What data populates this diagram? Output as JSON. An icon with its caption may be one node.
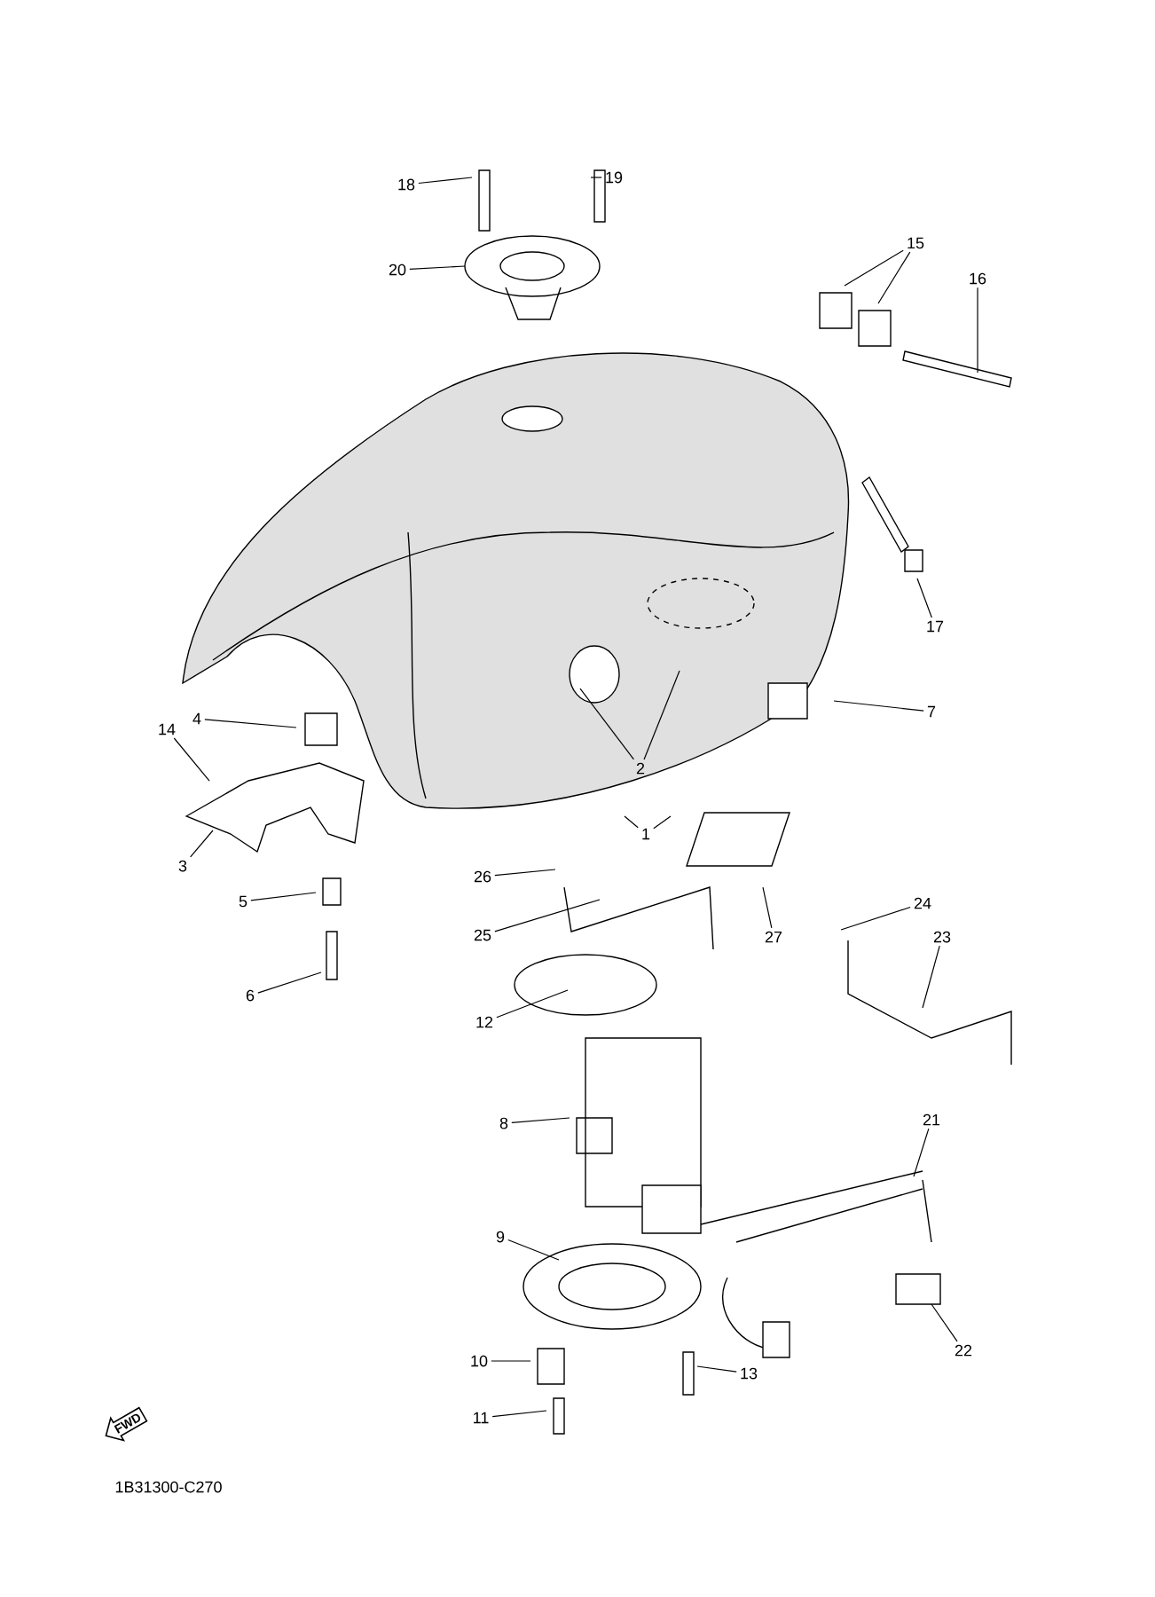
{
  "diagram": {
    "nodes": [
      {
        "text": [
          "18"
        ]
      },
      {
        "text": [
          "19"
        ]
      },
      {
        "text": [
          "15"
        ]
      },
      {
        "text": [
          "20"
        ]
      },
      {
        "text": [
          "16"
        ]
      },
      {
        "text": [
          "17"
        ]
      },
      {
        "text": [
          "7"
        ]
      },
      {
        "text": [
          "4"
        ]
      },
      {
        "text": [
          "14"
        ]
      },
      {
        "text": [
          "2"
        ]
      },
      {
        "text": [
          "1"
        ]
      },
      {
        "text": [
          "3"
        ]
      },
      {
        "text": [
          "26"
        ]
      },
      {
        "text": [
          "5"
        ]
      },
      {
        "text": [
          "24"
        ]
      },
      {
        "text": [
          "25"
        ]
      },
      {
        "text": [
          "27"
        ]
      },
      {
        "text": [
          "23"
        ]
      },
      {
        "text": [
          "6"
        ]
      },
      {
        "text": [
          "12"
        ]
      },
      {
        "text": [
          "8"
        ]
      },
      {
        "text": [
          "21"
        ]
      },
      {
        "text": [
          "9"
        ]
      },
      {
        "text": [
          "22"
        ]
      },
      {
        "text": [
          "10"
        ]
      },
      {
        "text": [
          "13"
        ]
      },
      {
        "text": [
          "11"
        ]
      },
      {
        "text": [
          "FWD"
        ]
      }
    ],
    "edges": [
      {
        "from": 0,
        "to": null,
        "arrow": "none"
      },
      {
        "from": 1,
        "to": null,
        "arrow": "none"
      },
      {
        "from": 2,
        "to": null,
        "arrow": "none"
      },
      {
        "from": 2,
        "to": null,
        "arrow": "none"
      },
      {
        "from": 3,
        "to": null,
        "arrow": "none"
      },
      {
        "from": 4,
        "to": null,
        "arrow": "none"
      },
      {
        "from": 5,
        "to": null,
        "arrow": "none"
      },
      {
        "from": 6,
        "to": null,
        "arrow": "none"
      },
      {
        "from": 7,
        "to": null,
        "arrow": "none"
      },
      {
        "from": 8,
        "to": null,
        "arrow": "none"
      },
      {
        "from": 9,
        "to": null,
        "arrow": "none"
      },
      {
        "from": 9,
        "to": null,
        "arrow": "none"
      },
      {
        "from": 10,
        "to": null,
        "arrow": "none"
      },
      {
        "from": 10,
        "to": null,
        "arrow": "none"
      },
      {
        "from": 11,
        "to": null,
        "arrow": "none"
      },
      {
        "from": 12,
        "to": null,
        "arrow": "none"
      },
      {
        "from": 13,
        "to": null,
        "arrow": "none"
      },
      {
        "from": 14,
        "to": null,
        "arrow": "none"
      },
      {
        "from": 15,
        "to": null,
        "arrow": "none"
      },
      {
        "from": 16,
        "to": null,
        "arrow": "none"
      },
      {
        "from": 17,
        "to": null,
        "arrow": "none"
      },
      {
        "from": 18,
        "to": null,
        "arrow": "none"
      },
      {
        "from": 19,
        "to": null,
        "arrow": "none"
      },
      {
        "from": 20,
        "to": null,
        "arrow": "none"
      },
      {
        "from": 21,
        "to": null,
        "arrow": "none"
      },
      {
        "from": 22,
        "to": null,
        "arrow": "none"
      },
      {
        "from": 23,
        "to": null,
        "arrow": "none"
      },
      {
        "from": 24,
        "to": null,
        "arrow": "none"
      },
      {
        "from": 25,
        "to": null,
        "arrow": "none"
      },
      {
        "from": 26,
        "to": null,
        "arrow": "none"
      }
    ],
    "labels": [
      "1B31300-C270"
    ]
  }
}
